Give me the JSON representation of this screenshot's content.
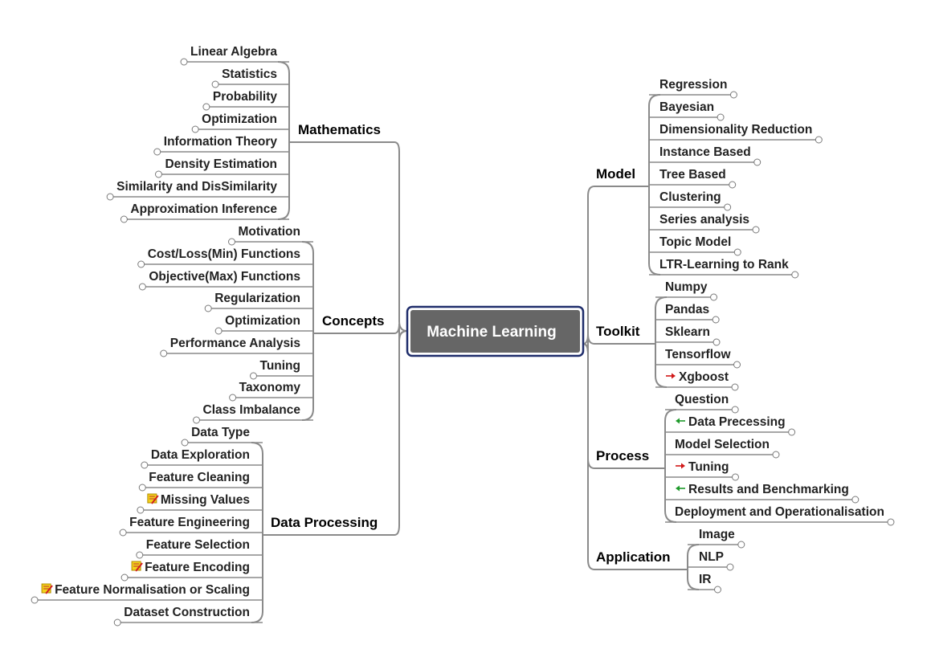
{
  "root": {
    "label": "Machine Learning"
  },
  "colors": {
    "root_fill": "#666666",
    "root_border": "#1f2d6b",
    "line": "#8a8a8a",
    "green_arrow": "#1e9a2a",
    "red_arrow": "#d01818"
  },
  "branches": [
    {
      "key": "mathematics",
      "label": "Mathematics",
      "side": "left",
      "children": [
        {
          "label": "Linear Algebra"
        },
        {
          "label": "Statistics"
        },
        {
          "label": "Probability"
        },
        {
          "label": "Optimization"
        },
        {
          "label": "Information Theory"
        },
        {
          "label": "Density Estimation"
        },
        {
          "label": "Similarity and DisSimilarity"
        },
        {
          "label": "Approximation Inference"
        }
      ]
    },
    {
      "key": "concepts",
      "label": "Concepts",
      "side": "left",
      "children": [
        {
          "label": "Motivation"
        },
        {
          "label": "Cost/Loss(Min) Functions"
        },
        {
          "label": "Objective(Max) Functions"
        },
        {
          "label": "Regularization"
        },
        {
          "label": "Optimization"
        },
        {
          "label": "Performance Analysis"
        },
        {
          "label": "Tuning"
        },
        {
          "label": "Taxonomy"
        },
        {
          "label": "Class Imbalance"
        }
      ]
    },
    {
      "key": "data-processing",
      "label": "Data Processing",
      "side": "left",
      "children": [
        {
          "label": "Data Type"
        },
        {
          "label": "Data Exploration"
        },
        {
          "label": "Feature Cleaning"
        },
        {
          "label": "Missing Values",
          "icon": "note-icon"
        },
        {
          "label": "Feature Engineering"
        },
        {
          "label": "Feature Selection"
        },
        {
          "label": "Feature Encoding",
          "icon": "note-icon"
        },
        {
          "label": "Feature Normalisation or Scaling",
          "icon": "note-icon"
        },
        {
          "label": "Dataset Construction"
        }
      ]
    },
    {
      "key": "model",
      "label": "Model",
      "side": "right",
      "children": [
        {
          "label": "Regression"
        },
        {
          "label": "Bayesian"
        },
        {
          "label": "Dimensionality Reduction"
        },
        {
          "label": "Instance Based"
        },
        {
          "label": "Tree Based"
        },
        {
          "label": "Clustering"
        },
        {
          "label": "Series analysis"
        },
        {
          "label": "Topic Model"
        },
        {
          "label": "LTR-Learning to Rank"
        }
      ]
    },
    {
      "key": "toolkit",
      "label": "Toolkit",
      "side": "right",
      "children": [
        {
          "label": "Numpy"
        },
        {
          "label": "Pandas"
        },
        {
          "label": "Sklearn"
        },
        {
          "label": "Tensorflow"
        },
        {
          "label": "Xgboost",
          "icon": "red-arrow-right-icon"
        }
      ]
    },
    {
      "key": "process",
      "label": "Process",
      "side": "right",
      "children": [
        {
          "label": "Question"
        },
        {
          "label": "Data Precessing",
          "icon": "green-arrow-left-icon"
        },
        {
          "label": "Model Selection"
        },
        {
          "label": "Tuning",
          "icon": "red-arrow-right-icon"
        },
        {
          "label": "Results and Benchmarking",
          "icon": "green-arrow-left-icon"
        },
        {
          "label": "Deployment and Operationalisation"
        }
      ]
    },
    {
      "key": "application",
      "label": "Application",
      "side": "right",
      "children": [
        {
          "label": "Image"
        },
        {
          "label": "NLP"
        },
        {
          "label": "IR"
        }
      ]
    }
  ]
}
